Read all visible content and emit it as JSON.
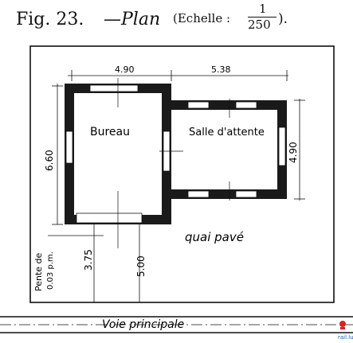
{
  "caption": {
    "fig": "Fig. 23.",
    "dash": "—",
    "plan": "Plan",
    "scale_label": "(Echelle :",
    "numerator": "1",
    "denominator": "250",
    "close": ")."
  },
  "rooms": {
    "bureau": "Bureau",
    "salle": "Salle d'attente"
  },
  "dimensions": {
    "width_bureau": "4.90",
    "width_salle": "5.38",
    "height_bureau": "6.60",
    "height_salle": "4.90",
    "dist_a": "3.75",
    "dist_b": "5.00"
  },
  "labels": {
    "quai": "quai pavé",
    "pente": "Pente de",
    "pente_val": "0.03 p.m.",
    "voie": "Voie principale"
  },
  "watermark": "rail.lu"
}
